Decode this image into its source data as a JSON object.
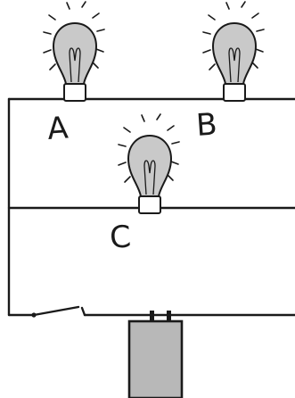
{
  "bulbs": [
    {
      "label": "A"
    },
    {
      "label": "B"
    },
    {
      "label": "C"
    }
  ],
  "colors": {
    "line": "#1a1a1a",
    "bulb_glass": "#c9c9c9",
    "battery": "#b8b8b8",
    "background": "#ffffff"
  },
  "components": {
    "switch": "open",
    "battery": "battery"
  }
}
